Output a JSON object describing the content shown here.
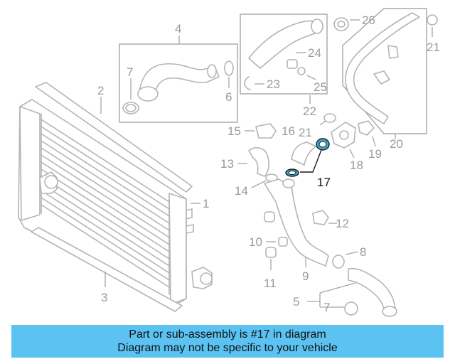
{
  "diagram": {
    "highlight_color": "#3aaad8",
    "labels": {
      "l1": "1",
      "l2": "2",
      "l3": "3",
      "l4": "4",
      "l5": "5",
      "l6": "6",
      "l7a": "7",
      "l7b": "7",
      "l8": "8",
      "l9": "9",
      "l10": "10",
      "l11": "11",
      "l12": "12",
      "l13": "13",
      "l14": "14",
      "l15": "15",
      "l16": "16",
      "l17": "17",
      "l18": "18",
      "l19": "19",
      "l20": "20",
      "l21a": "21",
      "l21b": "21",
      "l22": "22",
      "l23": "23",
      "l24": "24",
      "l25": "25",
      "l26": "26"
    }
  },
  "banner": {
    "line1": "Part or sub-assembly is #17 in diagram",
    "line2": "Diagram may not be specific to your vehicle",
    "color": "#5bc2f2"
  }
}
